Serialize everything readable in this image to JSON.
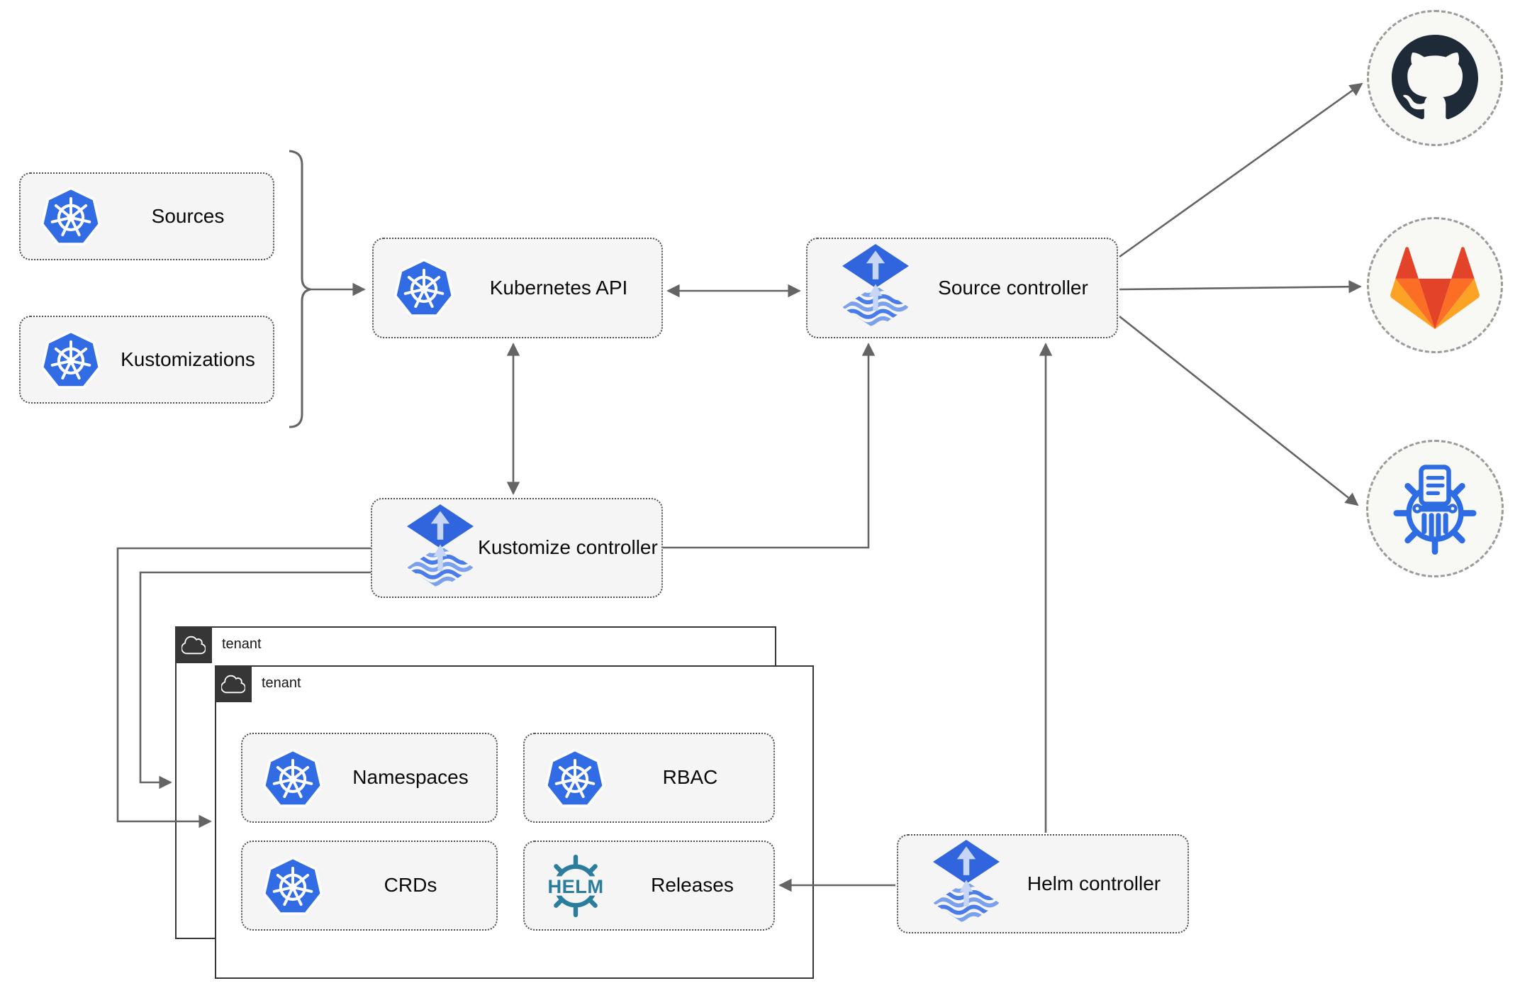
{
  "nodes": {
    "sources": "Sources",
    "kustomizations": "Kustomizations",
    "kubernetes_api": "Kubernetes API",
    "source_controller": "Source controller",
    "kustomize_controller": "Kustomize controller",
    "helm_controller": "Helm controller",
    "tenant_outer": "tenant",
    "tenant_inner": "tenant",
    "namespaces": "Namespaces",
    "rbac": "RBAC",
    "crds": "CRDs",
    "releases": "Releases"
  },
  "icons": {
    "helm_wordmark": "HELM",
    "kubernetes": "kubernetes-wheel",
    "flux": "flux-gitops-toolkit",
    "github": "github-octocat",
    "gitlab": "gitlab-tanuki",
    "helm_repository": "helm-chart-repository-museum",
    "cloud": "cloud"
  },
  "edges": [
    {
      "from": "sources+kustomizations",
      "to": "kubernetes-api",
      "style": "arrow"
    },
    {
      "from": "kubernetes-api",
      "to": "source-controller",
      "style": "double-arrow"
    },
    {
      "from": "kubernetes-api",
      "to": "kustomize-controller",
      "style": "double-arrow"
    },
    {
      "from": "kustomize-controller",
      "to": "source-controller",
      "style": "arrow"
    },
    {
      "from": "kustomize-controller",
      "to": "tenant-outer",
      "style": "arrow"
    },
    {
      "from": "kustomize-controller",
      "to": "tenant-inner",
      "style": "arrow"
    },
    {
      "from": "helm-controller",
      "to": "source-controller",
      "style": "arrow"
    },
    {
      "from": "helm-controller",
      "to": "releases",
      "style": "arrow"
    },
    {
      "from": "source-controller",
      "to": "github",
      "style": "arrow"
    },
    {
      "from": "source-controller",
      "to": "gitlab",
      "style": "arrow"
    },
    {
      "from": "source-controller",
      "to": "helm-repository",
      "style": "arrow"
    }
  ],
  "colors": {
    "kubernetes_blue": "#326ce5",
    "flux_blue": "#3065dd",
    "flux_light_arrow": "#c7d6f4",
    "helm_teal": "#2a7d9c",
    "github_dark": "#1e2a38",
    "gitlab_red": "#e24329",
    "gitlab_orange": "#fc6d26",
    "gitlab_amber": "#fca326",
    "chartmuseum_blue": "#2d6ce3",
    "node_fill": "#f5f5f5",
    "node_border": "#4f4f4f",
    "connector_gray": "#646464",
    "tenant_dark": "#363636",
    "circle_fill": "#f8f8f5",
    "circle_border": "#9b9b9b"
  }
}
